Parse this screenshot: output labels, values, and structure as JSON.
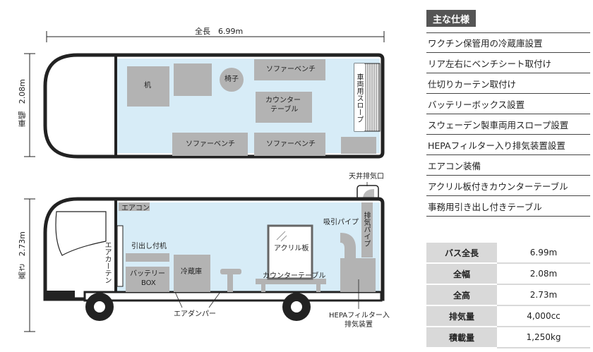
{
  "top_view": {
    "length_label": "全長　6.99m",
    "width_label": "車幅　2.08m",
    "desk": "机",
    "chair": "椅子",
    "sofa_top": "ソファーベンチ",
    "counter_line1": "カウンター",
    "counter_line2": "テーブル",
    "sofa_bottom_left": "ソファーベンチ",
    "sofa_bottom_right": "ソファーベンチ",
    "slope": "車両用スロープ"
  },
  "side_view": {
    "height_label": "高さ　2.73m",
    "roof_vent": "天井排気口",
    "aircon": "エアコン",
    "air_curtain": "エアカーテン",
    "drawer": "引出し付机",
    "battery_line1": "バッテリー",
    "battery_line2": "BOX",
    "fridge": "冷蔵庫",
    "acrylic": "アクリル板",
    "suction_pipe": "吸引パイプ",
    "exhaust_pipe": "排気パイプ",
    "counter_table": "カウンターテーブル",
    "air_damper": "エアダンパー",
    "hepa_line1": "HEPAフィルター入",
    "hepa_line2": "排気装置"
  },
  "features": {
    "heading": "主な仕様",
    "items": [
      "ワクチン保管用の冷蔵庫設置",
      "リア左右にベンチシート取付け",
      "仕切りカーテン取付け",
      "バッテリーボックス設置",
      "スウェーデン製車両用スロープ設置",
      "HEPAフィルター入り排気装置設置",
      "エアコン装備",
      "アクリル板付きカウンターテーブル",
      "事務用引き出し付きテーブル"
    ]
  },
  "specs": [
    {
      "key": "バス全長",
      "value": "6.99m"
    },
    {
      "key": "全幅",
      "value": "2.08m"
    },
    {
      "key": "全高",
      "value": "2.73m"
    },
    {
      "key": "排気量",
      "value": "4,000cc"
    },
    {
      "key": "積載量",
      "value": "1,250kg"
    }
  ],
  "colors": {
    "interior": "#d7ecf7",
    "furniture": "#b3b3b3",
    "outline": "#222222",
    "header_bg": "#555555",
    "spec_key_bg": "#d9d9d9"
  }
}
